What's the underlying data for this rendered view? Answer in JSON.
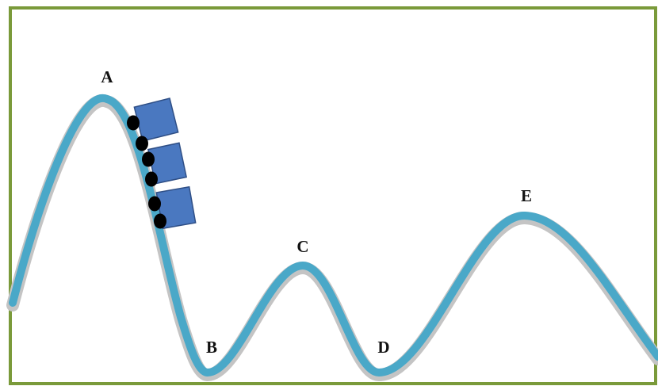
{
  "labels": {
    "a": "A",
    "b": "B",
    "c": "C",
    "d": "D",
    "e": "E"
  },
  "colors": {
    "frame": "#7a9a3a",
    "track": "#4aa8c8",
    "track_shadow": "#c4c4c4",
    "car": "#4a78c0",
    "car_outline": "#2f4f86",
    "wheel": "#000000"
  },
  "train": {
    "car_count": 3,
    "wheels_per_car": 2
  }
}
